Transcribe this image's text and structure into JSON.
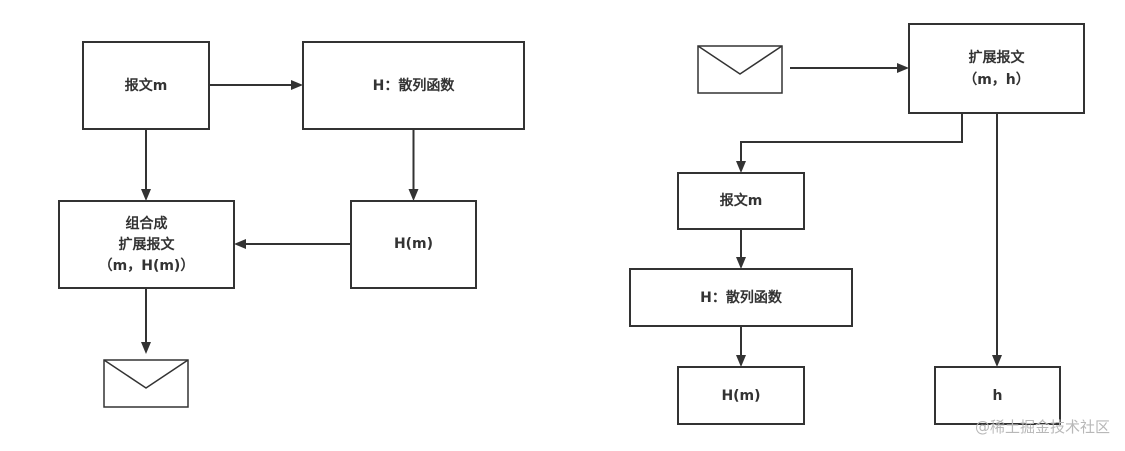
{
  "left": {
    "message": "报文m",
    "hash_function": "H：散列函数",
    "hash_value": "H(m)",
    "combine": [
      "组合成",
      "扩展报文",
      "（m，H(m)）"
    ],
    "envelope_icon": "envelope-icon"
  },
  "right": {
    "envelope_icon": "envelope-icon",
    "extended": [
      "扩展报文",
      "（m，h）"
    ],
    "message": "报文m",
    "hash_function": "H：散列函数",
    "hash_value": "H(m)",
    "h": "h"
  },
  "watermark": "@稀土掘金技术社区",
  "colors": {
    "stroke": "#333333",
    "watermark": "#b8b8b8"
  }
}
